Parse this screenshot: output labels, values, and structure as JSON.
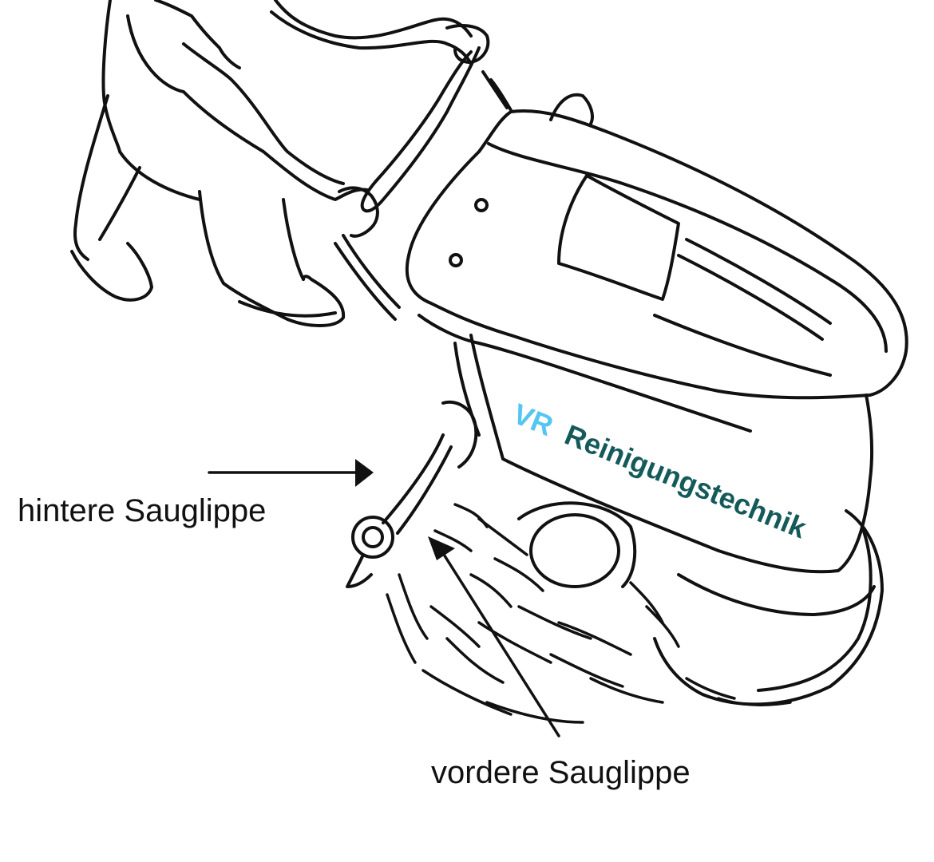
{
  "labels": {
    "rear_squeegee": "hintere Sauglippe",
    "front_squeegee": "vordere Sauglippe"
  },
  "brand": {
    "prefix": "VR",
    "name": "Reinigungstechnik",
    "prefix_color": "#55c6f0",
    "name_color": "#155a5a"
  },
  "colors": {
    "line": "#111111",
    "background": "#ffffff"
  }
}
